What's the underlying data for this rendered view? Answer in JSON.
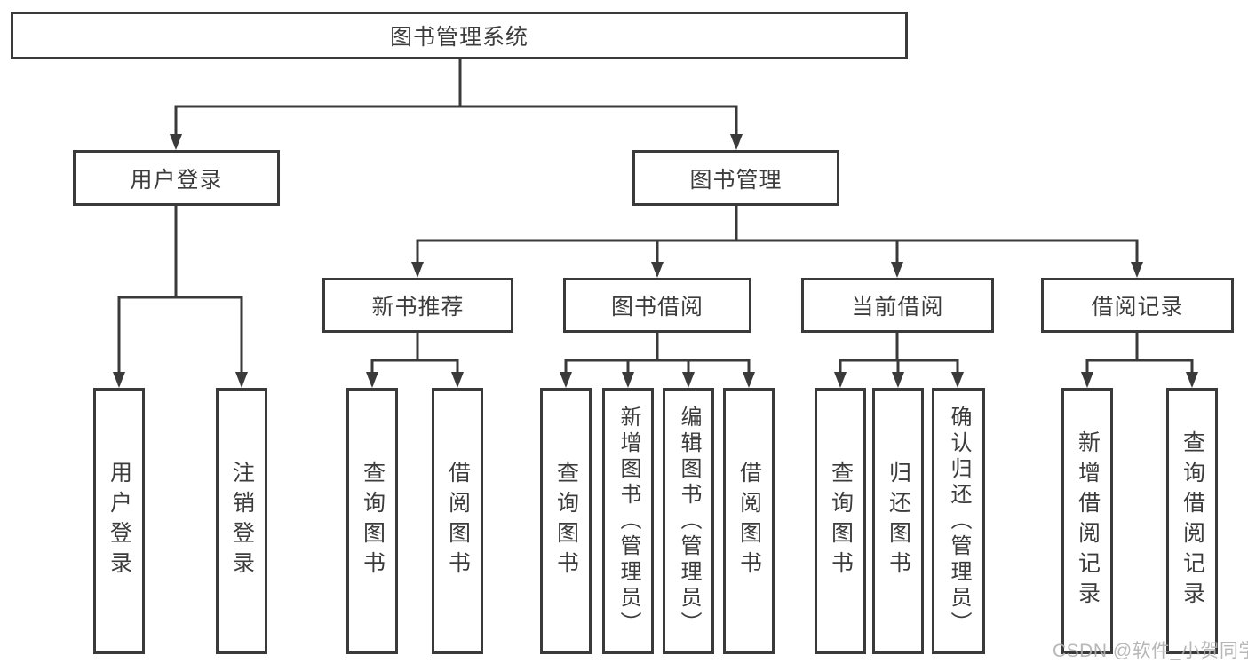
{
  "tree": {
    "root": {
      "label": "图书管理系统"
    },
    "level2": [
      {
        "label": "用户登录",
        "children": [
          {
            "label": "用户登录"
          },
          {
            "label": "注销登录"
          }
        ]
      },
      {
        "label": "图书管理",
        "children": [
          {
            "label": "新书推荐",
            "children": [
              {
                "label": "查询图书"
              },
              {
                "label": "借阅图书"
              }
            ]
          },
          {
            "label": "图书借阅",
            "children": [
              {
                "label": "查询图书"
              },
              {
                "label": "新增图书（管理员）"
              },
              {
                "label": "编辑图书（管理员）"
              },
              {
                "label": "借阅图书"
              }
            ]
          },
          {
            "label": "当前借阅",
            "children": [
              {
                "label": "查询图书"
              },
              {
                "label": "归还图书"
              },
              {
                "label": "确认归还（管理员）"
              }
            ]
          },
          {
            "label": "借阅记录",
            "children": [
              {
                "label": "新增借阅记录"
              },
              {
                "label": "查询借阅记录"
              }
            ]
          }
        ]
      }
    ]
  },
  "watermark": {
    "text": "CSDN @软件_小贺同学"
  },
  "colors": {
    "line": "#3a3a3a",
    "text": "#3c3c3c",
    "watermark": "#b0b0b0",
    "background": "#ffffff"
  }
}
